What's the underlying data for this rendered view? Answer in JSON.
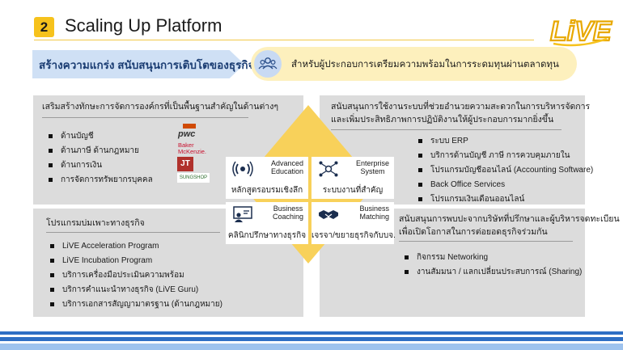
{
  "header": {
    "number": "2",
    "title": "Scaling Up Platform"
  },
  "logo": {
    "text": "LiVE"
  },
  "banner": {
    "left": "สร้างความแกร่ง สนับสนุนการเติบโตของธุรกิจ",
    "right": "สำหรับผู้ประกอบการเตรียมความพร้อมในการระดมทุนผ่านตลาดทุน"
  },
  "panels": {
    "top_left": {
      "heading": "เสริมสร้างทักษะการจัดการองค์กรที่เป็นพื้นฐานสำคัญในด้านต่างๆ",
      "items": [
        "ด้านบัญชี",
        "ด้านภาษี ด้านกฎหมาย",
        "ด้านการเงิน",
        "การจัดการทรัพยากรบุคคล"
      ],
      "partner_logos": [
        "pwc",
        "Baker McKenzie.",
        "JT",
        "SUNGSHOP"
      ]
    },
    "top_right": {
      "heading_line1": "สนับสนุนการใช้งานระบบที่ช่วยอำนวยความสะดวกในการบริหารจัดการ",
      "heading_line2": "และเพิ่มประสิทธิภาพการปฏิบัติงานให้ผู้ประกอบการมากยิ่งขึ้น",
      "items": [
        "ระบบ ERP",
        "บริการด้านบัญชี ภาษี การควบคุมภายใน",
        "โปรแกรมบัญชีออนไลน์ (Accounting Software)",
        "Back Office Services",
        "โปรแกรมเงินเดือนออนไลน์"
      ]
    },
    "bottom_left": {
      "heading": "โปรแกรมบ่มเพาะทางธุรกิจ",
      "items": [
        "LiVE Acceleration Program",
        "LiVE Incubation Program",
        "บริการเครื่องมือประเมินความพร้อม",
        "บริการคำแนะนำทางธุรกิจ (LiVE Guru)",
        "บริการเอกสารสัญญามาตรฐาน (ด้านกฎหมาย)"
      ]
    },
    "bottom_right": {
      "heading_line1": "สนับสนุนการพบปะจากบริษัทที่ปรึกษาและผู้บริหารจดทะเบียน",
      "heading_line2": "เพื่อเปิดโอกาสในการต่อยอดธุรกิจร่วมกัน",
      "items": [
        "กิจกรรม Networking",
        "งานสัมมนา / แลกเปลี่ยนประสบการณ์ (Sharing)"
      ]
    }
  },
  "center": {
    "education": {
      "title_line1": "Advanced",
      "title_line2": "Education",
      "label": "หลักสูตรอบรมเชิงลึก",
      "icon": "broadcast-icon"
    },
    "enterprise": {
      "title_line1": "Enterprise",
      "title_line2": "System",
      "label": "ระบบงานที่สำคัญ",
      "icon": "network-icon"
    },
    "coaching": {
      "title_line1": "Business",
      "title_line2": "Coaching",
      "label": "คลินิกปรึกษาทางธุรกิจ",
      "icon": "coaching-icon"
    },
    "matching": {
      "title_line1": "Business",
      "title_line2": "Matching",
      "label": "เจรจา/ขยายธุรกิจกับบจ.",
      "icon": "handshake-icon"
    }
  },
  "colors": {
    "yellow": "#f6c21c",
    "blue_banner": "#cfe0f5",
    "cream": "#fdf0bd",
    "panel_gray": "#dcdcdc",
    "diamond": "#f8d15a",
    "footer_blue": "#2f6fc4"
  }
}
